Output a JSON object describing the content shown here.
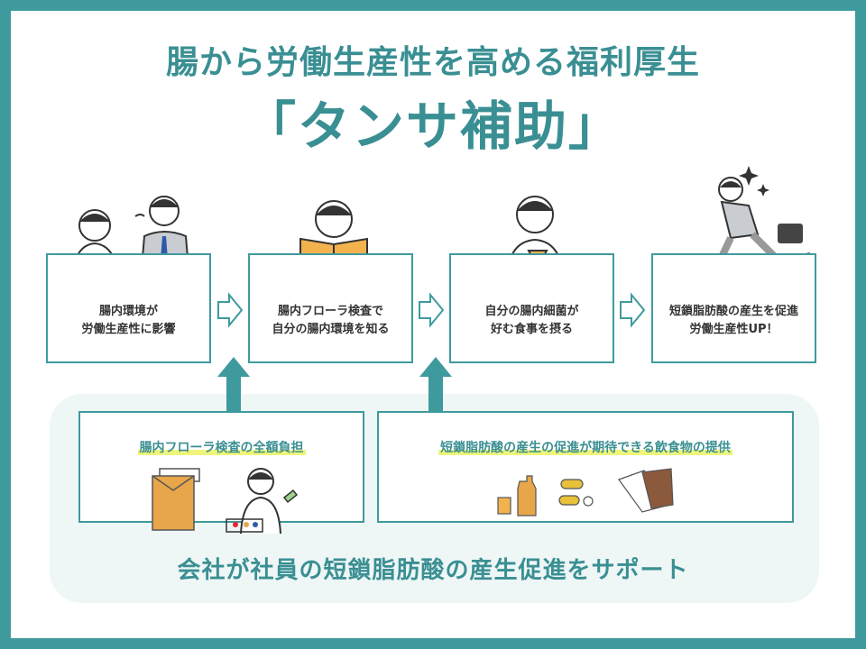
{
  "title": "腸から労働生産性を高める福利厚生",
  "subtitle": "「タンサ補助」",
  "steps": [
    {
      "label": "腸内環境が\n労働生産性に影響"
    },
    {
      "label": "腸内フローラ検査で\n自分の腸内環境を知る"
    },
    {
      "label": "自分の腸内細菌が\n好む食事を摂る"
    },
    {
      "label": "短鎖脂肪酸の産生を促進\n労働生産性UP！"
    }
  ],
  "support": {
    "box1_title": "腸内フローラ検査の全額負担",
    "box2_title": "短鎖脂肪酸の産生の促進が期待できる飲食物の提供",
    "footer": "会社が社員の短鎖脂肪酸の産生促進をサポート"
  },
  "colors": {
    "teal": "#3f9a9e",
    "highlight": "#eff57a",
    "support_bg": "#eef6f6"
  }
}
